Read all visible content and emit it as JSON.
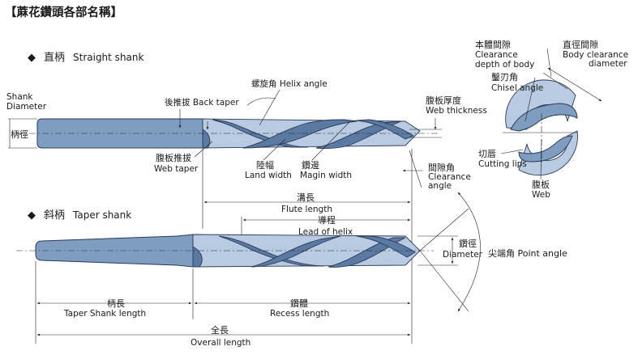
{
  "title": "【蔴花鑽頭各部名稱】",
  "straight_section": {
    "bullet": "◆",
    "zh": "直柄",
    "en": "Straight shank"
  },
  "taper_section": {
    "bullet": "◆",
    "zh": "斜柄",
    "en": "Taper shank"
  },
  "labels": {
    "shank_diameter_en1": "Shank",
    "shank_diameter_en2": "Diameter",
    "shank_diameter_zh": "柄徑",
    "back_taper": "後推拔 Back taper",
    "helix_angle": "螺旋角 Helix angle",
    "web_thickness_zh": "腹板厚度",
    "web_thickness_en": "Web thickness",
    "web_taper_zh": "腹板推拔",
    "web_taper_en": "Web taper",
    "land_width_zh": "陸幅",
    "land_width_en": "Land width",
    "margin_width_zh": "鑽邊",
    "margin_width_en": "Magin width",
    "clearance_angle_zh": "間隙角",
    "clearance_angle_en1": "Clearance",
    "clearance_angle_en2": "angle",
    "flute_length_zh": "溝長",
    "flute_length_en": "Flute length",
    "lead_zh": "導程",
    "lead_en": "Lead of helix",
    "diameter_zh": "鑽徑",
    "diameter_en": "Diameter",
    "point_angle": "尖端角 Point angle",
    "taper_shank_length_zh": "柄長",
    "taper_shank_length_en": "Taper Shank length",
    "recess_length_zh": "鑽體",
    "recess_length_en": "Recess length",
    "overall_length_zh": "全長",
    "overall_length_en": "Overall length",
    "clearance_depth_zh": "本體間隙",
    "clearance_depth_en1": "Clearance",
    "clearance_depth_en2": "depth of body",
    "body_clearance_zh": "直徑間隙",
    "body_clearance_en1": "Body clearance",
    "body_clearance_en2": "diameter",
    "chisel_angle_zh": "鑿刃角",
    "chisel_angle_en": "Chisel angle",
    "cutting_lips_zh": "切唇",
    "cutting_lips_en": "Cutting lips",
    "web_zh": "腹板",
    "web_en": "Web"
  },
  "colors": {
    "body": "#7f9cc1",
    "outline": "#2b3a55"
  }
}
